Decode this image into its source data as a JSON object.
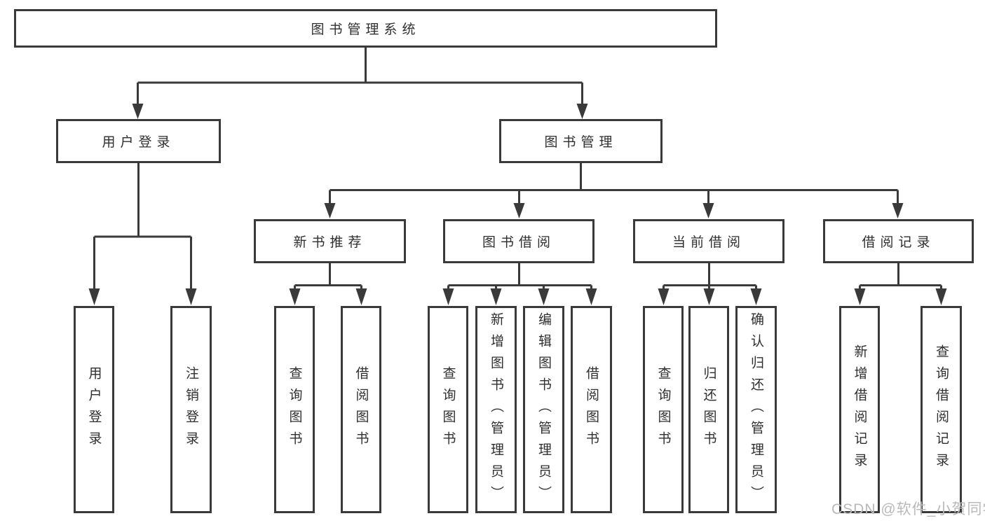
{
  "tree": {
    "label": "图书管理系统",
    "children": [
      {
        "label": "用户登录",
        "children": [
          {
            "label": "用户登录"
          },
          {
            "label": "注销登录"
          }
        ]
      },
      {
        "label": "图书管理",
        "children": [
          {
            "label": "新书推荐",
            "children": [
              {
                "label": "查询图书"
              },
              {
                "label": "借阅图书"
              }
            ]
          },
          {
            "label": "图书借阅",
            "children": [
              {
                "label": "查询图书"
              },
              {
                "label": "新增图书（管理员）"
              },
              {
                "label": "编辑图书（管理员）"
              },
              {
                "label": "借阅图书"
              }
            ]
          },
          {
            "label": "当前借阅",
            "children": [
              {
                "label": "查询图书"
              },
              {
                "label": "归还图书"
              },
              {
                "label": "确认归还（管理员）"
              }
            ]
          },
          {
            "label": "借阅记录",
            "children": [
              {
                "label": "新增借阅记录"
              },
              {
                "label": "查询借阅记录"
              }
            ]
          }
        ]
      }
    ]
  },
  "watermark": "CSDN @软件_小贺同学",
  "colors": {
    "line": "#3a3a3a",
    "box_border": "#3a3a3a",
    "text": "#2f2f2f",
    "watermark": "#b9b9b9",
    "background": "#ffffff"
  }
}
